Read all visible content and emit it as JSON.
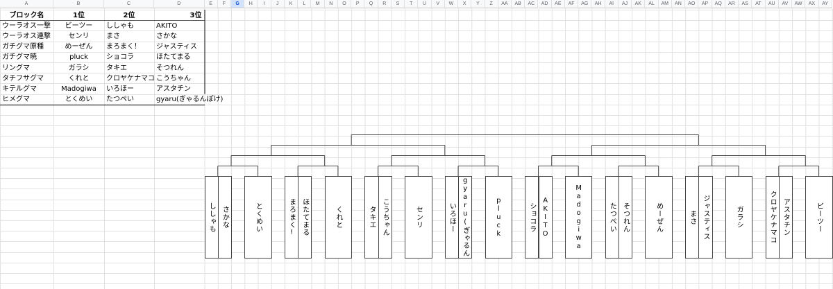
{
  "columns": [
    "A",
    "B",
    "C",
    "D",
    "E",
    "F",
    "G",
    "H",
    "I",
    "J",
    "K",
    "L",
    "M",
    "N",
    "O",
    "P",
    "Q",
    "R",
    "S",
    "T",
    "U",
    "V",
    "W",
    "X",
    "Y",
    "Z",
    "AA",
    "AB",
    "AC",
    "AD",
    "AE",
    "AF",
    "AG",
    "AH",
    "AI",
    "AJ",
    "AK",
    "AL",
    "AM",
    "AN",
    "AO",
    "AP",
    "AQ",
    "AR",
    "AS",
    "AT",
    "AU",
    "AV",
    "AW",
    "AX",
    "AY"
  ],
  "selected_column": "G",
  "table": {
    "headers": [
      "ブロック名",
      "1位",
      "2位",
      "3位"
    ],
    "rows": [
      [
        "ウーラオス一撃",
        "ビーツー",
        "ししゃも",
        "AKITO"
      ],
      [
        "ウーラオス連撃",
        "センリ",
        "まさ",
        "さかな"
      ],
      [
        "ガチグマ原種",
        "めーぜん",
        "まろまく！",
        "ジャスティス"
      ],
      [
        "ガチグマ暁",
        "pluck",
        "ショコラ",
        "ほたてまる"
      ],
      [
        "リングマ",
        "ガラシ",
        "タキエ",
        "そつれん"
      ],
      [
        "タチフサグマ",
        "くれと",
        "クロヤケナマコ",
        "こうちゃん"
      ],
      [
        "キテルグマ",
        "Madogiwa",
        "いろほー",
        "アスタチン"
      ],
      [
        "ヒメグマ",
        "とくめい",
        "たつぺい",
        "gyaru(ぎゃるんぽけ)"
      ]
    ]
  },
  "bracket": {
    "slots": [
      {
        "pair": [
          "ししゃも",
          "さかな"
        ],
        "single": "とくめい"
      },
      {
        "pair": [
          "まろまく!",
          "ほたてまる"
        ],
        "single": "くれと"
      },
      {
        "pair": [
          "タキエ",
          "こうちゃん"
        ],
        "single": "センリ"
      },
      {
        "pair": [
          "いろほー",
          "gyaru(ぎゃるん"
        ],
        "single": "pluck"
      },
      {
        "pair": [
          "ショコラ",
          "AKITO"
        ],
        "single": "Madogiwa"
      },
      {
        "pair": [
          "たつぺい",
          "そつれん"
        ],
        "single": "めーぜん"
      },
      {
        "pair": [
          "まさ",
          "ジャスティス"
        ],
        "single": "ガラシ"
      },
      {
        "pair": [
          "クロヤケナマコ",
          "アスタチン"
        ],
        "single": "ビーツー"
      }
    ]
  }
}
